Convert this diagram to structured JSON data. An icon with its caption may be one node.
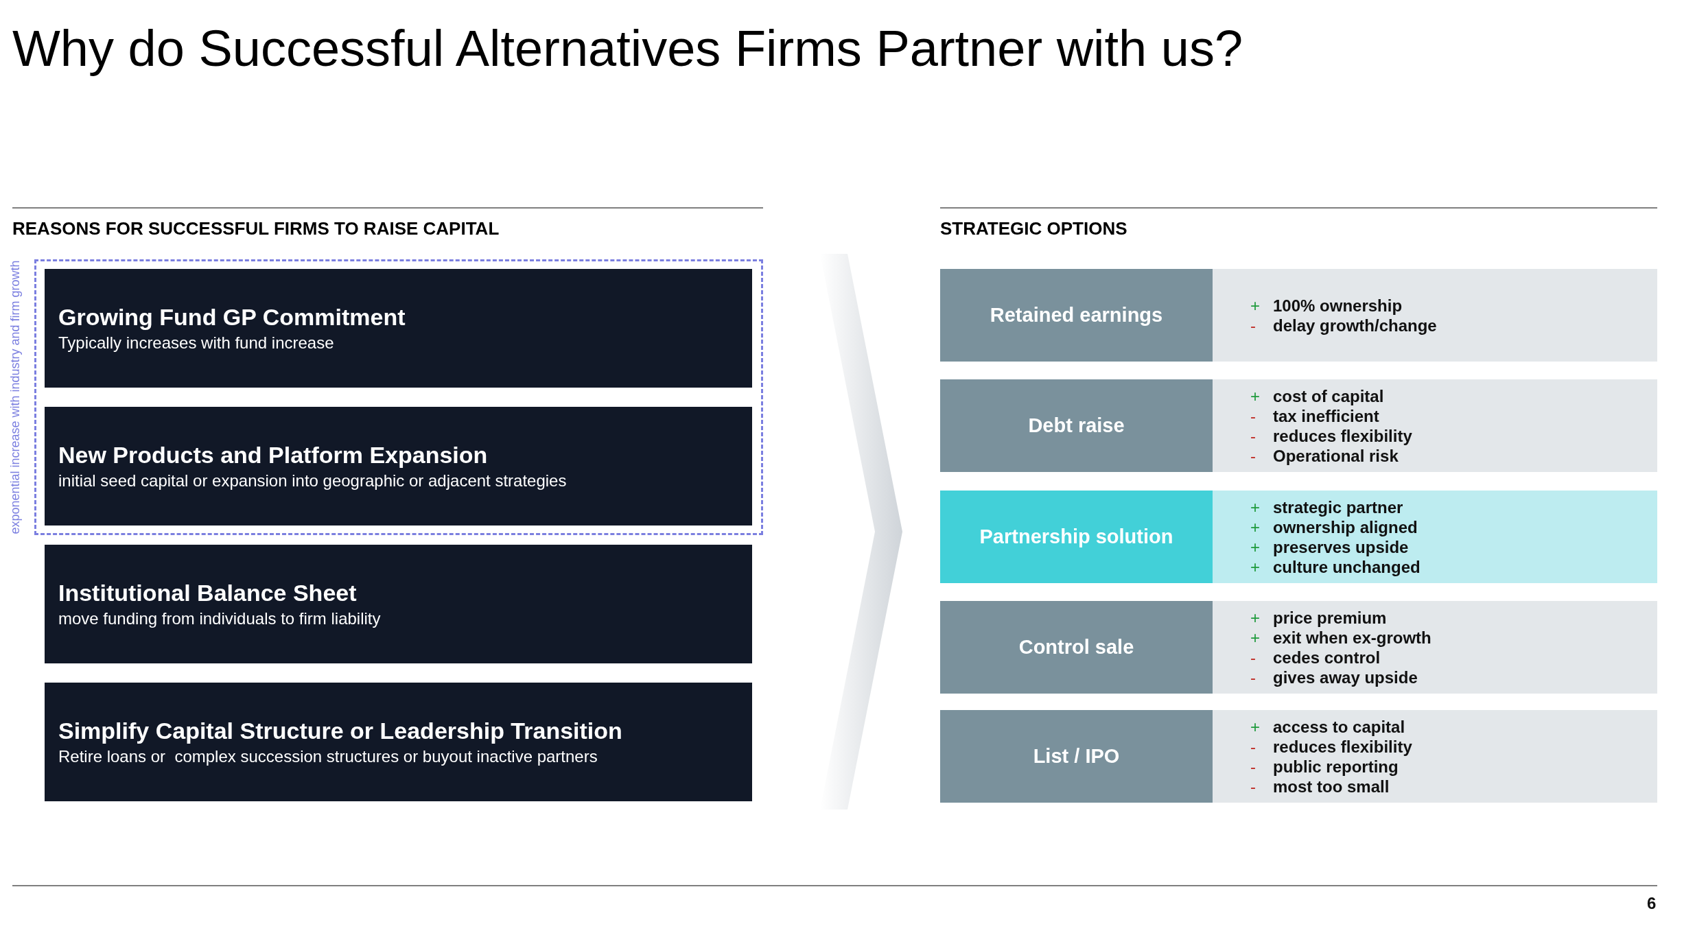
{
  "diagram": {
    "title": "Why do Successful Alternatives Firms Partner with us?",
    "nodes": [
      {
        "text": [],
        "shape": "box",
        "beside": [
          "exponential increase with industry and firm growth"
        ]
      },
      {
        "text": [
          "Growing Fund GP Commitment",
          "Typically increases with fund increase"
        ],
        "in": 0
      },
      {
        "text": [
          "New Products and Platform Expansion",
          "initial seed capital or expansion into geographic or adjacent strategies"
        ],
        "in": 0
      },
      {
        "text": [
          "Institutional Balance Sheet",
          "move funding from individuals to firm liability"
        ]
      },
      {
        "text": [
          "Simplify Capital Structure or Leadership Transition",
          "Retire loans or  complex succession structures or buyout inactive partners"
        ]
      },
      {
        "text": [
          "Retained earnings"
        ]
      },
      {
        "text": [
          "+ 100% ownership",
          "- delay growth/change"
        ]
      },
      {
        "text": [
          "Debt raise"
        ]
      },
      {
        "text": [
          "+ cost of capital",
          "- tax inefficient",
          "- reduces flexibility",
          "- Operational risk"
        ]
      },
      {
        "text": [
          "Partnership solution"
        ]
      },
      {
        "text": [
          "+ strategic partner",
          "+ ownership aligned",
          "+ preserves upside",
          "+ culture unchanged"
        ]
      },
      {
        "text": [
          "Control sale"
        ]
      },
      {
        "text": [
          "+ price premium",
          "+ exit when ex-growth",
          "- cedes control",
          "- gives away upside"
        ]
      },
      {
        "text": [
          "List / IPO"
        ]
      },
      {
        "text": [
          "+ access to capital",
          "- reduces flexibility",
          "- public reporting",
          "- most too small"
        ]
      }
    ],
    "edges": [],
    "labels": [
      "REASONS FOR SUCCESSFUL FIRMS TO RAISE CAPITAL",
      "STRATEGIC OPTIONS",
      "6"
    ]
  }
}
